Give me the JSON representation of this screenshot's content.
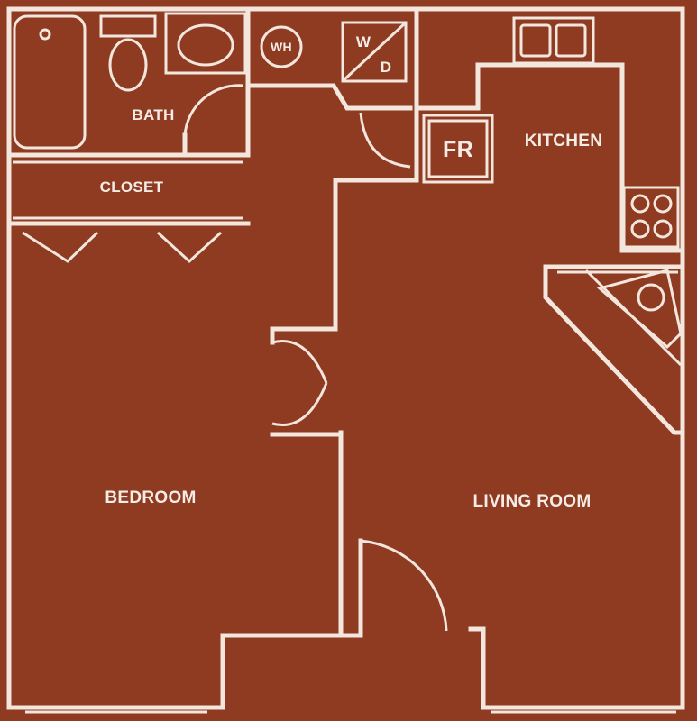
{
  "rooms": {
    "bath": "BATH",
    "closet": "CLOSET",
    "kitchen": "KITCHEN",
    "bedroom": "BEDROOM",
    "living_room": "LIVING ROOM"
  },
  "fixtures": {
    "water_heater": "WH",
    "washer": "W",
    "dryer": "D",
    "fridge": "FR"
  },
  "colors": {
    "background": "#8e3b22",
    "lines": "#f3e6dd"
  }
}
